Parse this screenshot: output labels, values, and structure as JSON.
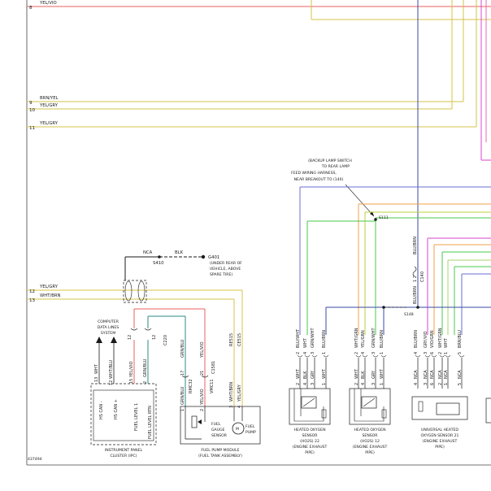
{
  "diagram_id": "437494",
  "wires": {
    "w8": {
      "num": "8",
      "label": "YEL/VIO",
      "color": "#e8605c"
    },
    "w9": {
      "num": "9",
      "label": "BRN/YEL",
      "color": "#d6c34a"
    },
    "w10": {
      "num": "10",
      "label": "YEL/GRY",
      "color": "#d6c34a"
    },
    "w11": {
      "num": "11",
      "label": "YEL/GRY",
      "color": "#d6c34a"
    },
    "w12": {
      "num": "12",
      "label": "YEL/GRY",
      "color": "#d6c34a"
    },
    "w13": {
      "num": "13",
      "label": "WHT/BRN",
      "color": "#d6c34a"
    }
  },
  "ground": {
    "wire_ref": "NCA",
    "wire_color": "BLK",
    "splice": "S410",
    "id": "G401",
    "location": [
      "(UNDER REAR OF",
      "VEHICLE, ABOVE",
      "SPARE TIRE)"
    ]
  },
  "harness_note": [
    "(BACKUP LAMP SWITCH",
    "TO REAR LAMP",
    "FEED WIRING HARNESS,",
    "NEAR BREAKOUT TO (140)"
  ],
  "splices": {
    "s111": "S111",
    "s148": "S148",
    "c140": "C140"
  },
  "c140_wire": {
    "top": "BLU/BRN",
    "bottom": "BLU/BRN",
    "pins": "1 2"
  },
  "cdl": [
    "COMPUTER",
    "DATA LINES",
    "SYSTEM"
  ],
  "c220": "C220",
  "c1581": "C1581",
  "ipc": {
    "name": [
      "INSTRUMENT PANEL",
      "CLUSTER (IPC)"
    ],
    "pins": [
      {
        "wire": "WHT",
        "pin": "13",
        "func": "HS CAN -"
      },
      {
        "wire": "WHT/BLU",
        "pin": "12",
        "func": "HS CAN +"
      },
      {
        "wire": "YEL/VIO",
        "pin": "15",
        "func": "FUEL LEVEL 1"
      },
      {
        "wire": "GRN/BLU",
        "pin": "2",
        "func": "FUEL LEVEL RTN"
      }
    ],
    "conn_pins": [
      "12",
      "12"
    ]
  },
  "fpm": {
    "name": [
      "FUEL PUMP MODULE",
      "(FUEL TANK ASSEMBLY)"
    ],
    "gauge": [
      "FUEL",
      "GAUGE",
      "SENSOR"
    ],
    "pump": [
      "FUEL",
      "PUMP"
    ],
    "pins": [
      {
        "wire": "GRN/BLU",
        "pin": "1",
        "term": "RMC32",
        "conn": "17"
      },
      {
        "wire": "YEL/VIO",
        "pin": "2",
        "term": "VMC11",
        "conn": "21"
      },
      {
        "wire": "WHT/BRN",
        "pin": "3",
        "term": "",
        "conn": "RE515"
      },
      {
        "wire": "YEL/GRY",
        "pin": "4",
        "term": "",
        "conn": "CE515"
      }
    ]
  },
  "ho2s22": {
    "name": [
      "HEATED OXYGEN",
      "SENSOR",
      "(HO2S) 22",
      "(ENGINE EXHAUST",
      "PIPE)"
    ],
    "top_wires": [
      "BLU/WHT",
      "WHT",
      "GRN/WHT",
      "BLU/BRN"
    ],
    "top_pins": [
      "2",
      "4",
      "3",
      "1"
    ],
    "bottom_wires": [
      "WHT",
      "BLK",
      "GRY",
      "WHT"
    ],
    "bottom_pins": [
      "2",
      "4",
      "3",
      "1"
    ]
  },
  "ho2s12": {
    "name": [
      "HEATED OXYGEN",
      "SENSOR",
      "(HO2S) 12",
      "(ENGINE EXHAUST",
      "PIPE)"
    ],
    "top_wires": [
      "WHT/GRN",
      "YEL/GRN",
      "GRN/WHT",
      "BLU/BRN"
    ],
    "top_pins": [
      "2",
      "4",
      "3",
      "1"
    ],
    "bottom_wires": [
      "WHT",
      "BLK",
      "GRY",
      "WHT"
    ],
    "bottom_pins": [
      "2",
      "4",
      "3",
      "1"
    ]
  },
  "uos21": {
    "name": [
      "UNIVERSAL HEATED",
      "OXYGEN SENSOR 21",
      "(ENGINE EXHAUST",
      "PIPE)"
    ],
    "top_wires": [
      "BLU/BRN",
      "GRY/VIO",
      "VIO/GRN",
      "WHT/GRN",
      "WHT",
      "BRN/BLU"
    ],
    "top_pins": [
      "4",
      "3",
      "6",
      "2",
      "1",
      "5"
    ],
    "bottom_wires": [
      "NCA",
      "NCA",
      "NCA",
      "NCA",
      "NCA",
      "NCA"
    ],
    "bottom_pins": [
      "4",
      "3",
      "6",
      "2",
      "1",
      "5"
    ]
  }
}
